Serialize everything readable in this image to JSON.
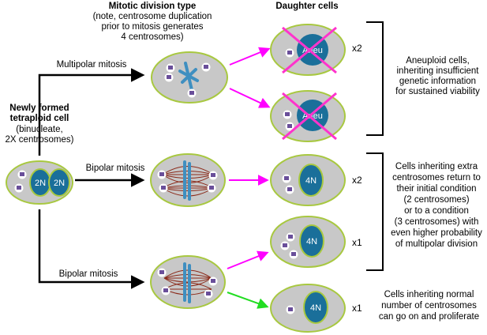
{
  "headers": {
    "division_type_title": "Mitotic division type",
    "division_type_note_1": "(note, centrosome duplication",
    "division_type_note_2": "prior to mitosis generates",
    "division_type_note_3": "4 centrosomes)",
    "daughter_cells_title": "Daughter cells"
  },
  "start_cell": {
    "title_1": "Newly formed",
    "title_2": "tetraploid cell",
    "desc_1": "(binucleate,",
    "desc_2": "2X centrosomes)",
    "nucleus_left": "2N",
    "nucleus_right": "2N"
  },
  "pathways": {
    "multipolar": "Multipolar mitosis",
    "bipolar_1": "Bipolar mitosis",
    "bipolar_2": "Bipolar mitosis"
  },
  "daughters": {
    "aneu_1": "Aneu",
    "aneu_2": "Aneu",
    "fourN_1": "4N",
    "fourN_2": "4N",
    "fourN_3": "4N",
    "count_aneu": "x2",
    "count_bipolar_1": "x2",
    "count_extra": "x1",
    "count_normal": "x1"
  },
  "outcomes": {
    "aneuploid": [
      "Aneuploid cells,",
      "inheriting insufficient",
      "genetic information",
      "for sustained viability"
    ],
    "extra": [
      "Cells inheriting extra",
      "centrosomes return to",
      "their initial condition",
      "(2 centrosomes)",
      "or to a condition",
      "(3 centrosomes) with",
      "even higher probability",
      "of multipolar division"
    ],
    "normal": [
      "Cells inheriting normal",
      "number of centrosomes",
      "can go on and proliferate"
    ]
  },
  "colors": {
    "cell_fill": "#c8c8c8",
    "cell_border": "#a8c840",
    "nucleus": "#1a6f9a",
    "spindle": "#8b2a1a",
    "chromosome": "#3f8fc0",
    "magenta_arrow": "#ff00ff",
    "green_arrow": "#22dd22",
    "cross": "#ff33cc"
  }
}
